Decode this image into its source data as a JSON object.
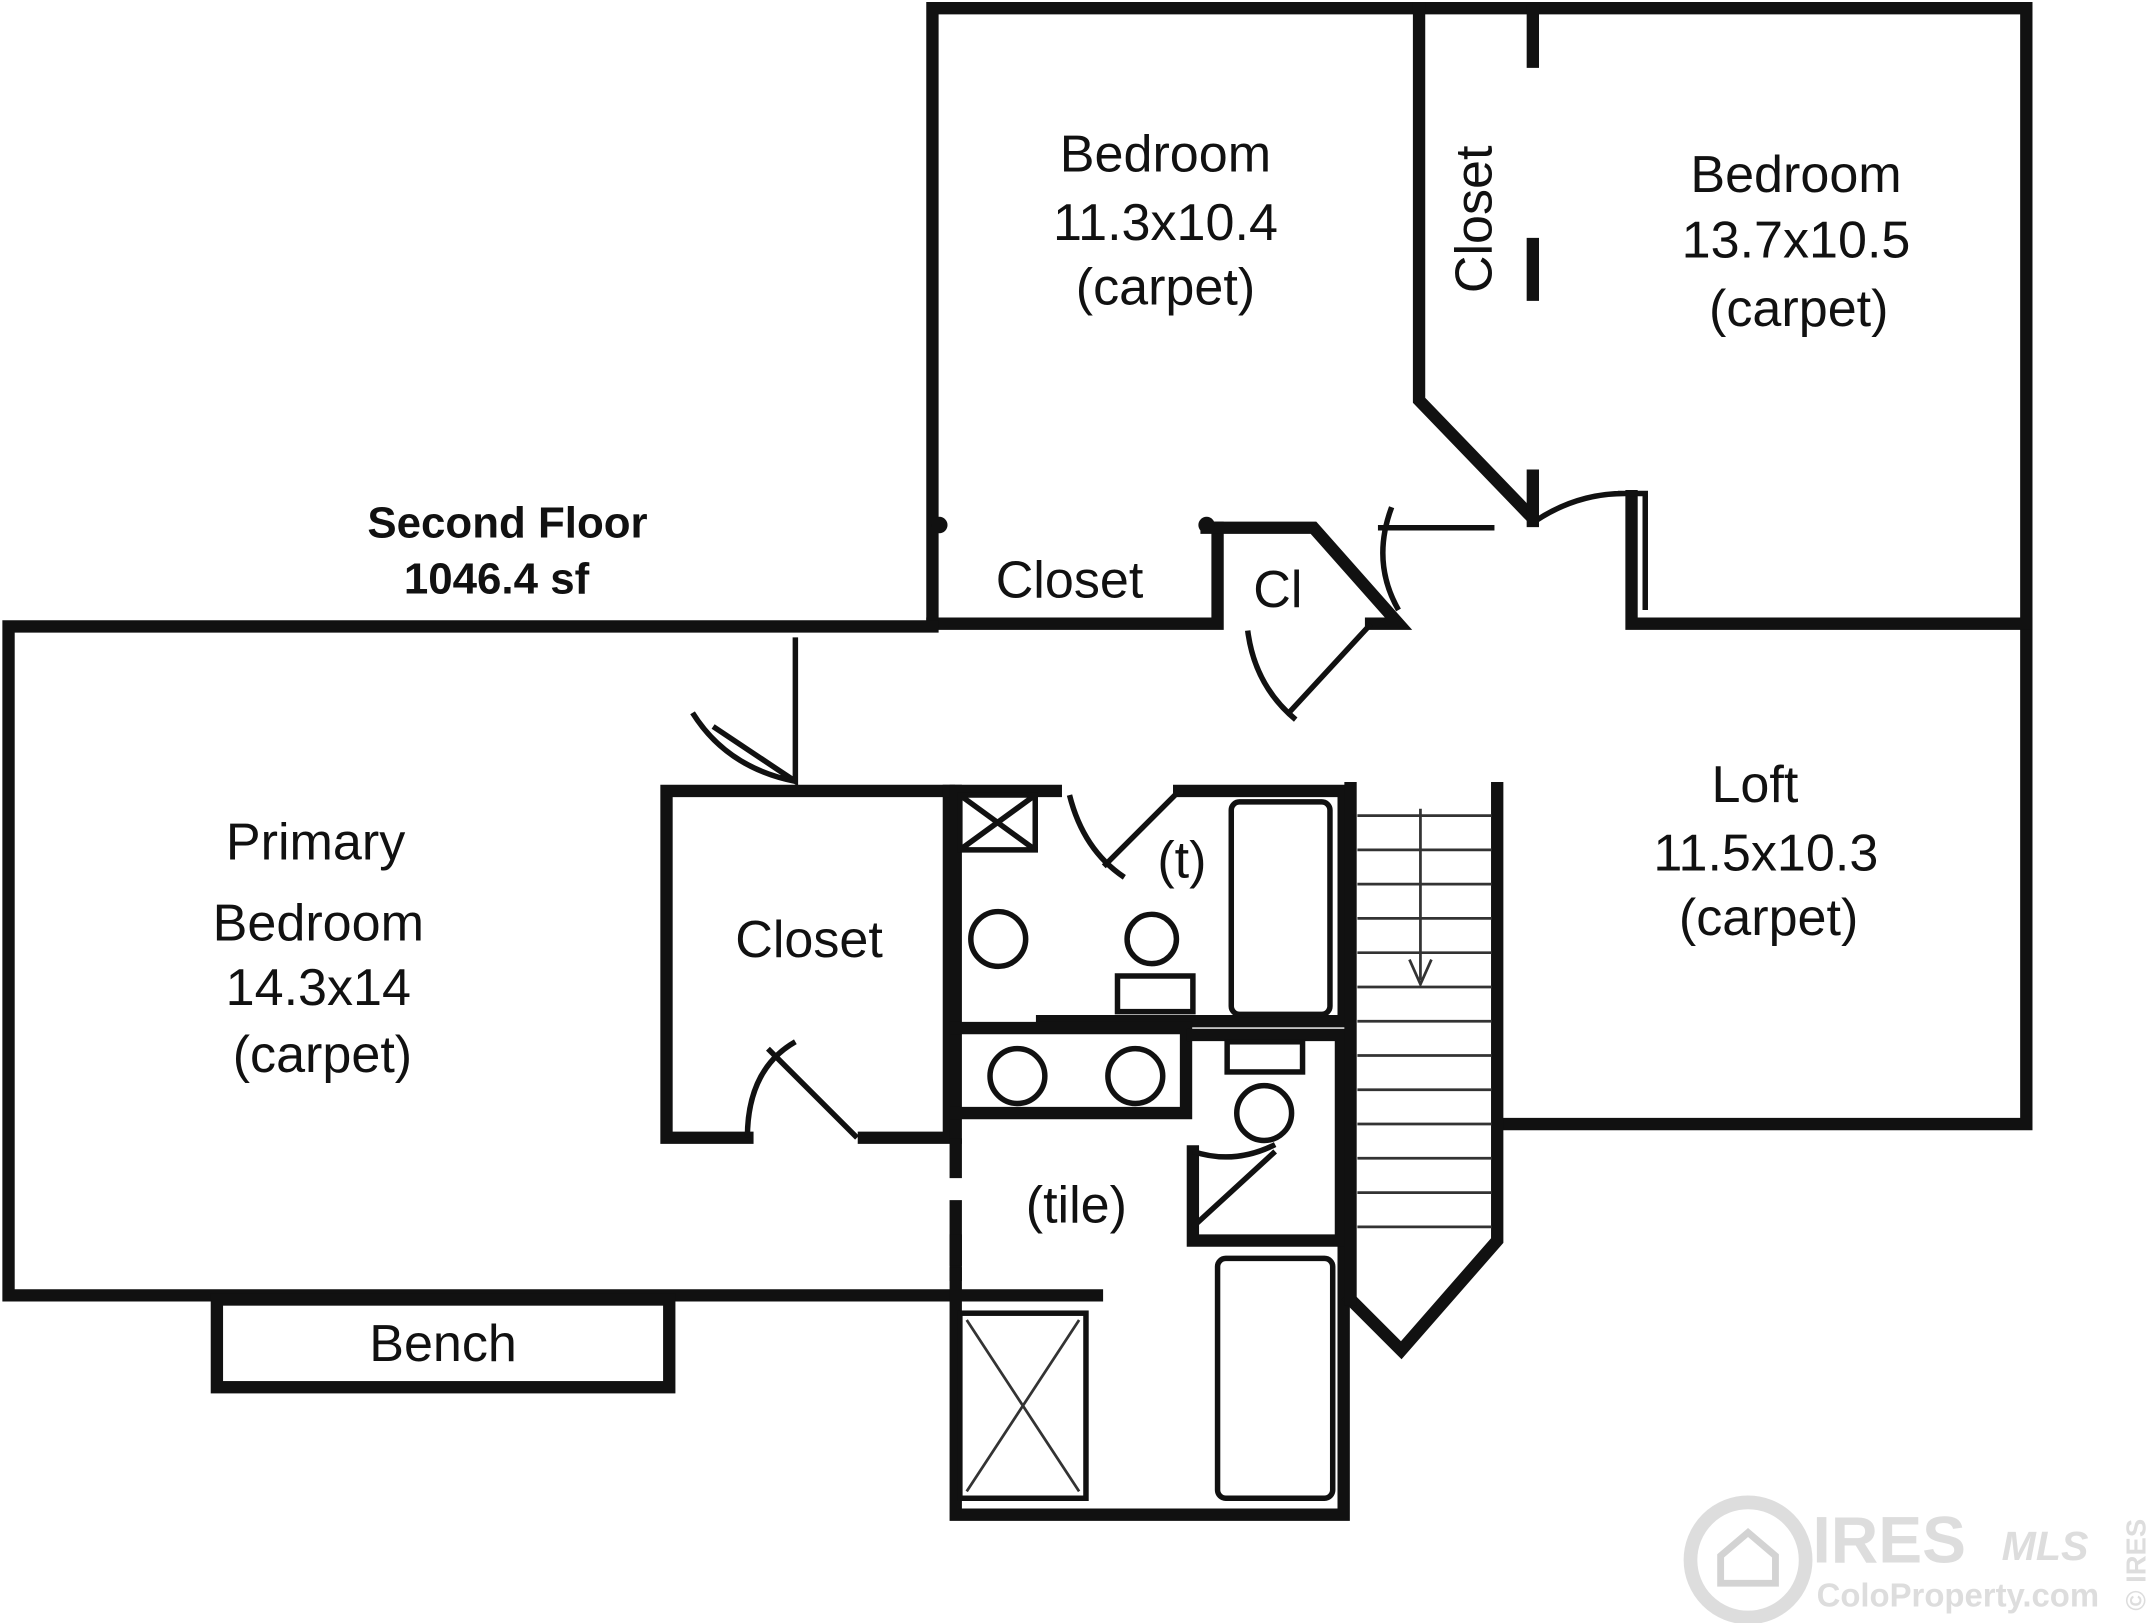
{
  "title": {
    "line1": "Second Floor",
    "line2": "1046.4 sf"
  },
  "rooms": {
    "bedroom1": {
      "name": "Bedroom",
      "size": "11.3x10.4",
      "floor": "(carpet)"
    },
    "bedroom2": {
      "name": "Bedroom",
      "size": "13.7x10.5",
      "floor": "(carpet)"
    },
    "closet_vertical": "Closet",
    "closet_upper": "Closet",
    "closet_small": "Cl",
    "primary": {
      "name1": "Primary",
      "name2": "Bedroom",
      "size": "14.3x14",
      "floor": "(carpet)"
    },
    "closet_primary": "Closet",
    "bath_tile_small": "(t)",
    "bath_tile": "(tile)",
    "loft": {
      "name": "Loft",
      "size": "11.5x10.3",
      "floor": "(carpet)"
    },
    "bench": "Bench"
  },
  "watermark": {
    "brand": "IRES",
    "script": "MLS",
    "site": "ColoProperty.com",
    "copyright": "© IRES"
  }
}
